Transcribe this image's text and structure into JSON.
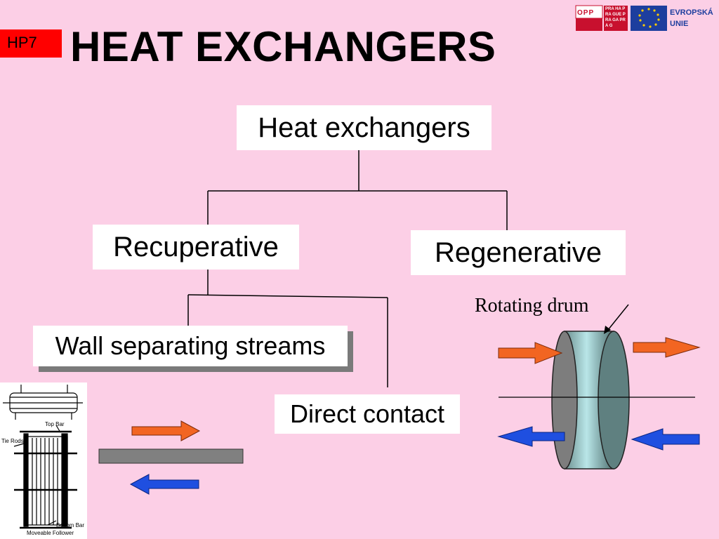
{
  "slide": {
    "badge": "HP7",
    "title": "HEAT EXCHANGERS"
  },
  "logo": {
    "opp_text": "OPP A",
    "praha_text": "PRA HA PRA GUE PRA GA PRA G",
    "evropska": "EVROPSKÁ",
    "unie": "UNIE"
  },
  "tree": {
    "root": "Heat exchangers",
    "left": "Recuperative",
    "right": "Regenerative",
    "wall": "Wall separating streams",
    "direct": "Direct contact"
  },
  "drum": {
    "label": "Rotating drum"
  },
  "drawing": {
    "top_bar": "Top Bar",
    "tie_rods": "Tie Rods",
    "bottom_bar": "Bottom Bar",
    "moveable_follower": "Moveable Follower"
  },
  "colors": {
    "background": "#fccfe6",
    "badge": "#ff0000",
    "hot_arrow": "#f26522",
    "cold_arrow": "#1f4fe0",
    "wall": "#808080",
    "eu_blue": "#1d3e9e"
  }
}
